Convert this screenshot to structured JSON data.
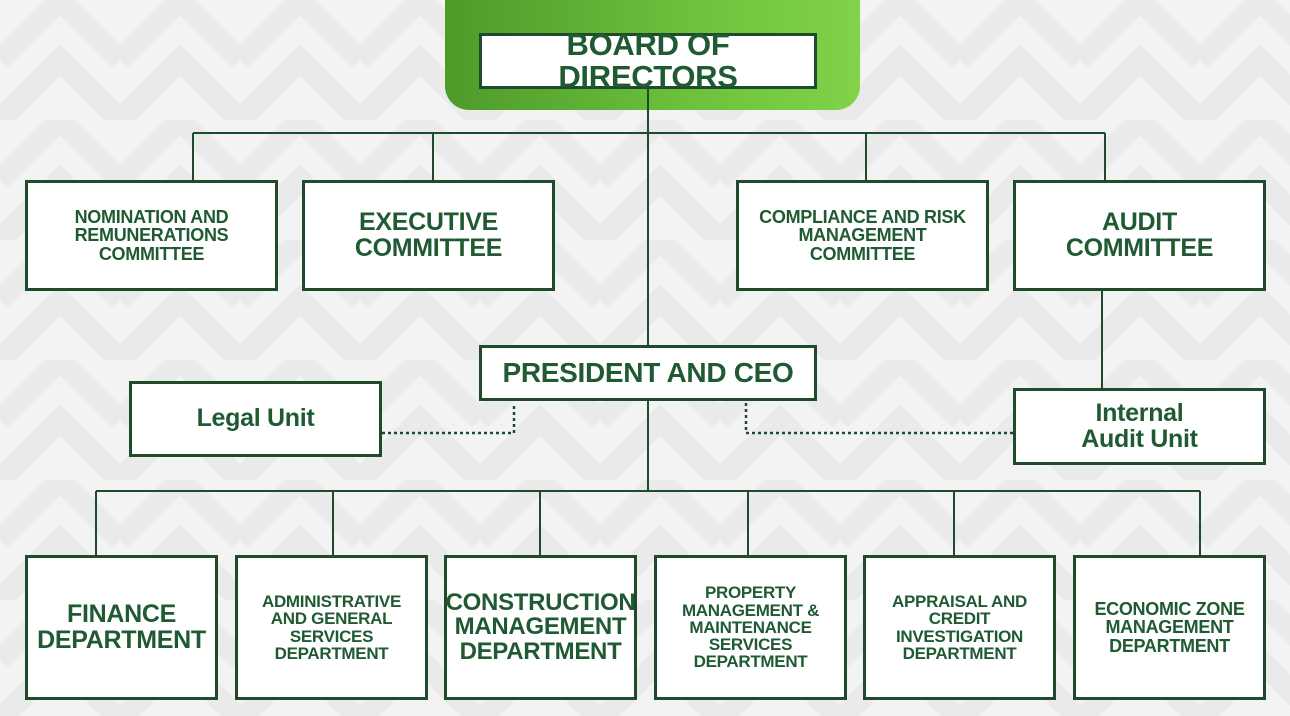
{
  "board": "BOARD OF DIRECTORS",
  "committees": {
    "nomination": "NOMINATION AND\nREMUNERATIONS\nCOMMITTEE",
    "executive": "EXECUTIVE\nCOMMITTEE",
    "compliance": "COMPLIANCE AND RISK\nMANAGEMENT\nCOMMITTEE",
    "audit": "AUDIT\nCOMMITTEE"
  },
  "president": "PRESIDENT AND CEO",
  "units": {
    "legal": "Legal Unit",
    "internal_audit": "Internal\nAudit Unit"
  },
  "departments": {
    "finance": "FINANCE\nDEPARTMENT",
    "admin": "ADMINISTRATIVE\nAND GENERAL\nSERVICES\nDEPARTMENT",
    "construction": "CONSTRUCTION\nMANAGEMENT\nDEPARTMENT",
    "property": "PROPERTY\nMANAGEMENT &\nMAINTENANCE\nSERVICES\nDEPARTMENT",
    "appraisal": "APPRAISAL AND\nCREDIT\nINVESTIGATION\nDEPARTMENT",
    "economic": "ECONOMIC ZONE\nMANAGEMENT\nDEPARTMENT"
  },
  "colors": {
    "border": "#1f4a2c",
    "text": "#1f5a33",
    "header_green": "#6cc23d",
    "background": "#f3f3f3"
  }
}
